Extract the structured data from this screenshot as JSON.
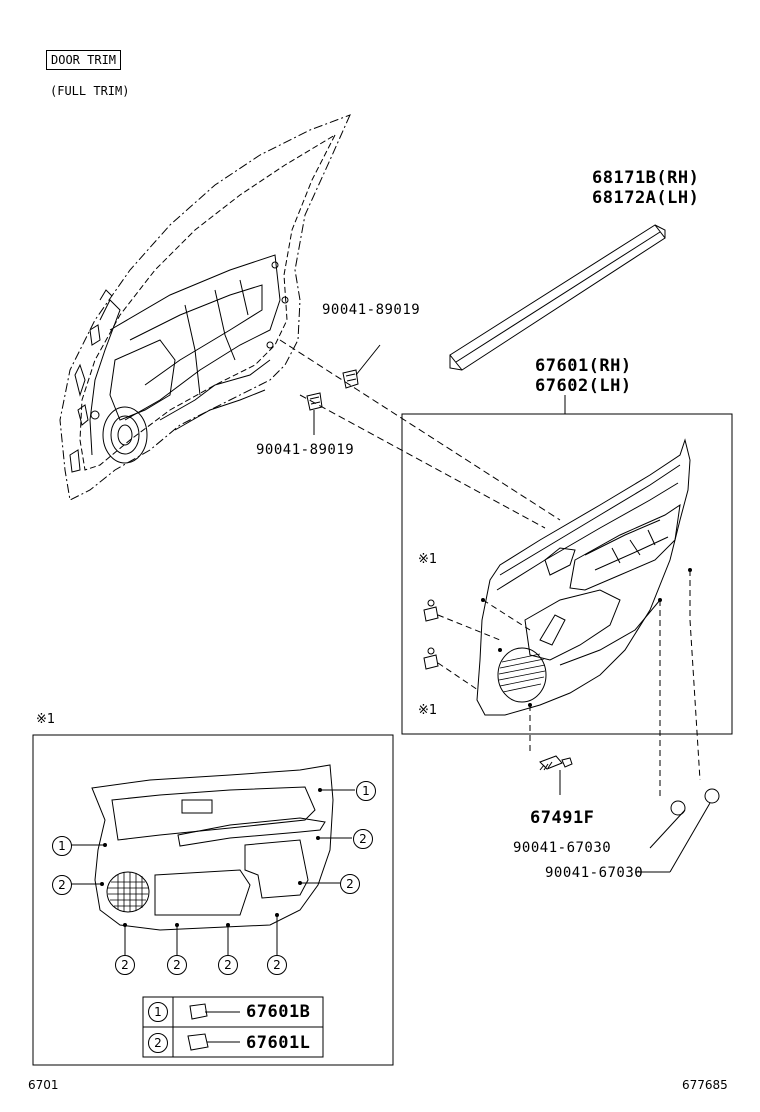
{
  "header": {
    "section_title": "DOOR TRIM",
    "subtitle": "(FULL TRIM)"
  },
  "parts": {
    "weatherstrip_rh": "68171B(RH)",
    "weatherstrip_lh": "68172A(LH)",
    "clip_upper": "90041-89019",
    "clip_lower": "90041-89019",
    "trim_board_rh": "67601(RH)",
    "trim_board_lh": "67602(LH)",
    "screw": "67491F",
    "fastener_a": "90041-67030",
    "fastener_b": "90041-67030",
    "note_mark_top": "※1",
    "note_mark_bottom": "※1",
    "detail_mark": "※1"
  },
  "detail": {
    "callouts": [
      "1",
      "1",
      "2",
      "2",
      "2",
      "2",
      "2",
      "2",
      "2"
    ],
    "legend": [
      {
        "key": "1",
        "part": "67601B"
      },
      {
        "key": "2",
        "part": "67601L"
      }
    ]
  },
  "footer": {
    "page_code": "6701",
    "figure_id": "677685"
  }
}
